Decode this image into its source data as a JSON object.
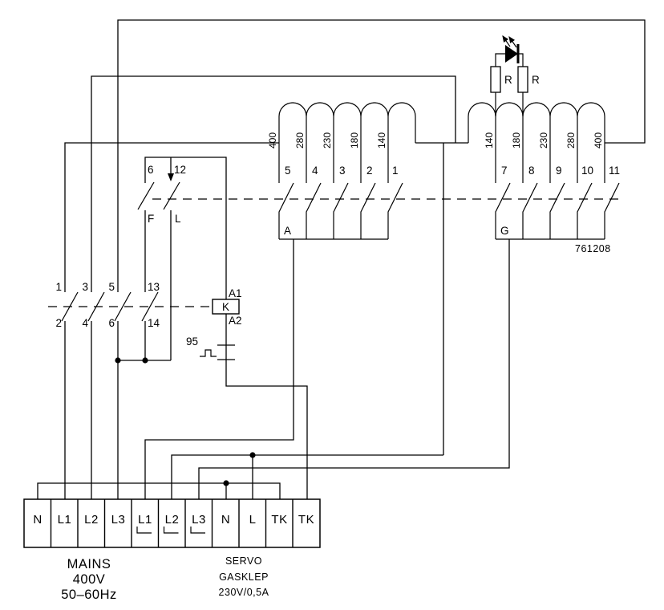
{
  "schematic": {
    "part_number": "761208",
    "contactor": {
      "label": "K",
      "a1": "A1",
      "a2": "A2",
      "overload": "95"
    },
    "aux_box": {
      "t1": "6",
      "t2": "12",
      "sw1": "F",
      "sw2": "L"
    },
    "main_contacts": {
      "c1t": "1",
      "c1b": "2",
      "c2t": "3",
      "c2b": "4",
      "c3t": "5",
      "c3b": "6",
      "c4t": "13",
      "c4b": "14"
    },
    "left_selector": {
      "label": "A",
      "taps": [
        "400",
        "280",
        "230",
        "180",
        "140"
      ],
      "terminals": [
        "5",
        "4",
        "3",
        "2",
        "1"
      ]
    },
    "right_selector": {
      "label": "G",
      "taps": [
        "140",
        "180",
        "230",
        "280",
        "400"
      ],
      "terminals": [
        "7",
        "8",
        "9",
        "10",
        "11"
      ]
    },
    "resistors": {
      "r1": "R",
      "r2": "R"
    },
    "terminal_strip": {
      "labels": [
        "N",
        "L1",
        "L2",
        "L3",
        "L1",
        "L2",
        "L3",
        "N",
        "L",
        "TK",
        "TK"
      ]
    },
    "captions": {
      "mains1": "MAINS",
      "mains2": "400V",
      "mains3": "50–60Hz",
      "servo1": "SERVO",
      "servo2": "GASKLEP",
      "servo3": "230V/0,5A"
    }
  }
}
